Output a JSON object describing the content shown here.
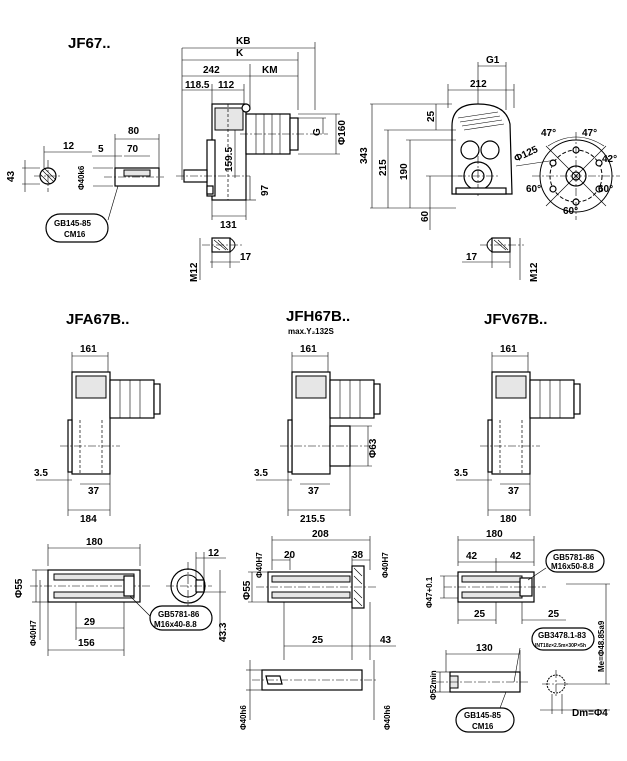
{
  "titles": {
    "jf": "JF67..",
    "jfa": "JFA67B..",
    "jfh": "JFH67B..",
    "jfh_sub": "max.Y₂132S",
    "jfv": "JFV67B.."
  },
  "jf_side": {
    "kb": "KB",
    "k": "K",
    "km": "KM",
    "d242": "242",
    "d118": "118.5",
    "d112": "112",
    "g": "G",
    "phi160": "Φ160",
    "d159": "159.5",
    "d97": "97",
    "d131": "131",
    "m12": "M12",
    "d17": "17"
  },
  "jf_shaft": {
    "d80": "80",
    "d12": "12",
    "d5": "5",
    "d70": "70",
    "d43": "43",
    "phi40": "Φ40k6",
    "std1": "GB145-85",
    "std2": "CM16"
  },
  "jf_front": {
    "g1": "G1",
    "d212": "212",
    "d25": "25",
    "d343": "343",
    "d215": "215",
    "d190": "190",
    "d60": "60",
    "phi125": "Φ125",
    "a47a": "47°",
    "a47b": "47°",
    "a42": "42°",
    "a60a": "60°",
    "a60b": "60°",
    "a60c": "60°",
    "d17": "17",
    "m12": "M12"
  },
  "jfa": {
    "d161": "161",
    "d35": "3.5",
    "d37": "37",
    "d184": "184"
  },
  "jfh": {
    "d161": "161",
    "phi63": "Φ63",
    "d35": "3.5",
    "d37": "37",
    "d215": "215.5"
  },
  "jfv": {
    "d161": "161",
    "d35": "3.5",
    "d37": "37",
    "d180": "180"
  },
  "jfa_shaft": {
    "d180": "180",
    "phi55": "Φ55",
    "phi40": "Φ40H7",
    "d29": "29",
    "d156": "156",
    "d12": "12",
    "d433": "43.3",
    "std1": "GB5781-86",
    "std2": "M16x40-8.8"
  },
  "jfh_shaft": {
    "d208": "208",
    "d20": "20",
    "d38": "38",
    "phi40a": "Φ40H7",
    "phi40b": "Φ40H7",
    "phi55": "Φ55",
    "d25": "25",
    "d43": "43",
    "phi40c": "Φ40h6",
    "phi40d": "Φ40h6"
  },
  "jfv_shaft": {
    "d180": "180",
    "d42a": "42",
    "d42b": "42",
    "phi47": "Φ47+0.1",
    "d25a": "25",
    "d25b": "25",
    "std1": "GB5781-86",
    "std2": "M16x50-8.8",
    "std3": "GB3478.1-83",
    "std4": "INT18z×2.5m×30P×5h",
    "d130": "130",
    "phi52": "Φ52min",
    "me": "Me=Φ48.85a9",
    "dm": "Dm=Φ4",
    "std5": "GB145-85",
    "std6": "CM16"
  }
}
